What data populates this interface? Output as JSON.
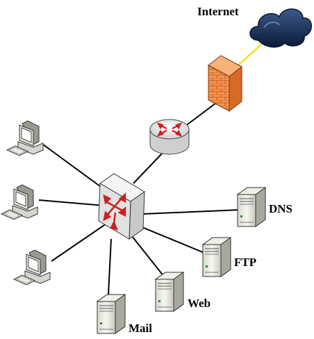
{
  "labels": {
    "internet": "Internet",
    "dns": "DNS",
    "ftp": "FTP",
    "web": "Web",
    "mail": "Mail"
  },
  "colors": {
    "cloud": "#1c2f57",
    "firewall_brick": "#f2873f",
    "router": "#d9d9d9",
    "switch": "#e6e6e6",
    "arrow": "#cc2020",
    "internet_link": "#f2e21a",
    "link": "#000000"
  },
  "icons": [
    "cloud-icon",
    "firewall-icon",
    "router-icon",
    "switch-icon",
    "computer-icon",
    "server-icon"
  ]
}
